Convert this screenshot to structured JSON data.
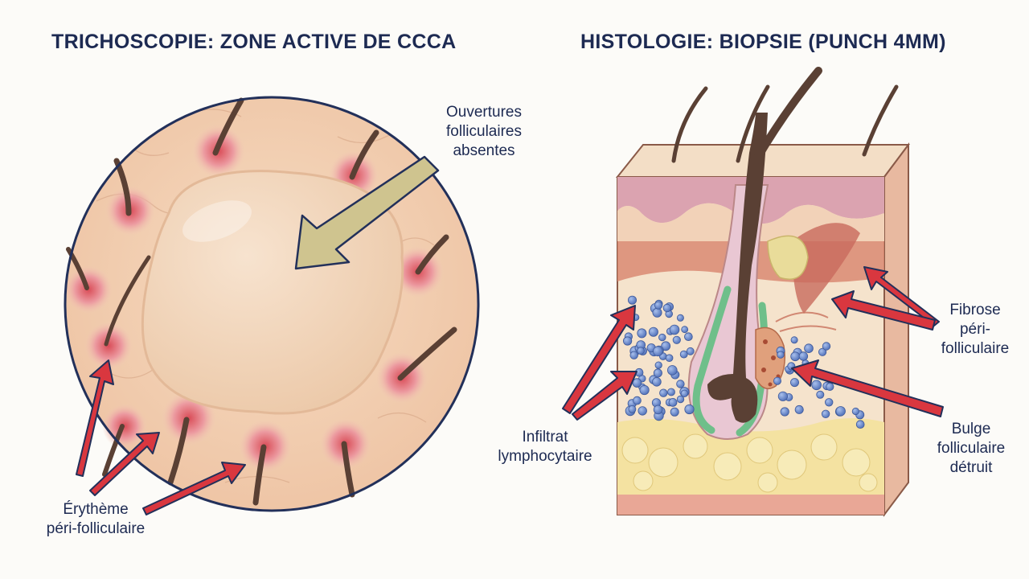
{
  "panels": {
    "left": {
      "title": "TRICHOSCOPIE: ZONE ACTIVE DE CCCA",
      "labels": {
        "absent_openings": "Ouvertures\nfolliculaires\nabsentes",
        "erythema": "Érythème\npéri-folliculaire"
      }
    },
    "right": {
      "title": "HISTOLOGIE: BIOPSIE (PUNCH 4MM)",
      "labels": {
        "fibrosis": "Fibrose\npéri-\nfolliculaire",
        "infiltrate": "Infiltrat\nlymphocytaire",
        "bulge": "Bulge\nfolliculaire\ndétruit"
      }
    }
  },
  "colors": {
    "title": "#1d2a52",
    "skin": "#f1cfb0",
    "scar": "#f0d2b4",
    "erythema": "#e58b8e",
    "hair": "#5a4034",
    "arrow_red": "#d9373f",
    "arrow_khaki": "#cfc48f",
    "lymphocyte": "#6f8fd0",
    "fat": "#f4e2a1",
    "epidermis": "#dba3b0",
    "dermis": "#f3d9bd"
  }
}
